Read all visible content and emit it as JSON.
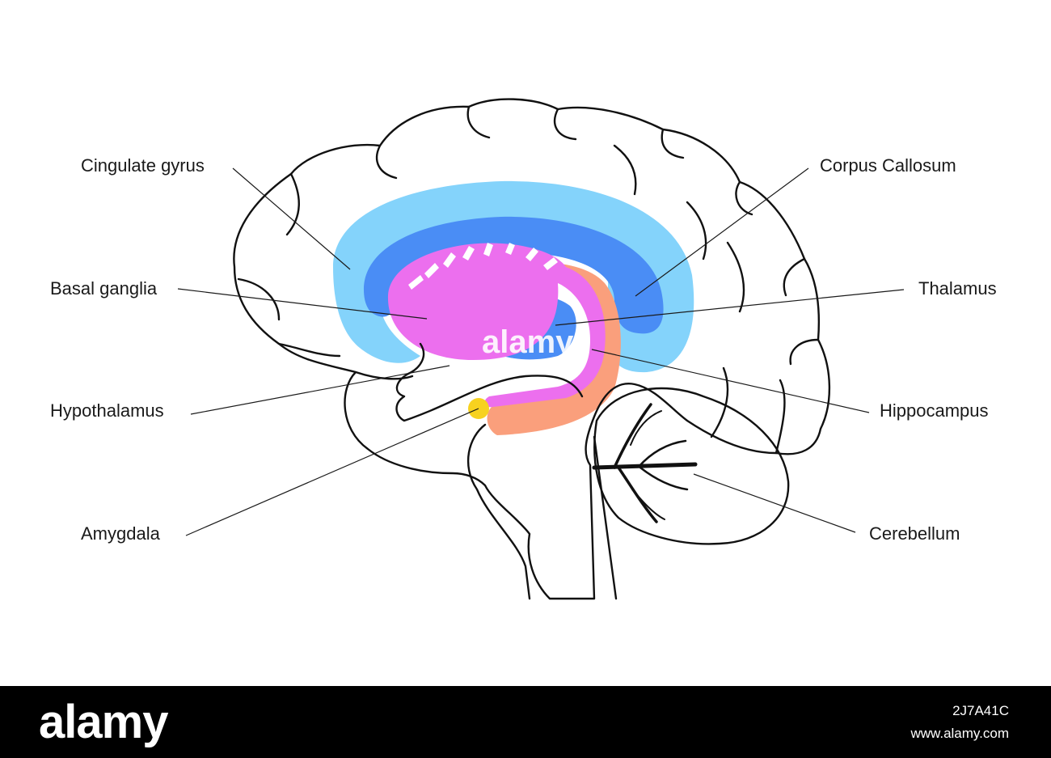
{
  "labels": {
    "cingulate_gyrus": "Cingulate gyrus",
    "basal_ganglia": "Basal ganglia",
    "hypothalamus": "Hypothalamus",
    "amygdala": "Amygdala",
    "corpus_callosum": "Corpus Callosum",
    "thalamus": "Thalamus",
    "hippocampus": "Hippocampus",
    "cerebellum": "Cerebellum"
  },
  "colors": {
    "cingulate_gyrus": "#84d3fb",
    "corpus_callosum": "#4a8df5",
    "basal_ganglia": "#ec6fee",
    "hippocampus": "#fa9f7c",
    "amygdala": "#f7d21f",
    "outline": "#111111"
  },
  "watermark": {
    "middle_text": "alamy",
    "brand": "alamy",
    "image_code": "2J7A41C",
    "site": "www.alamy.com"
  }
}
